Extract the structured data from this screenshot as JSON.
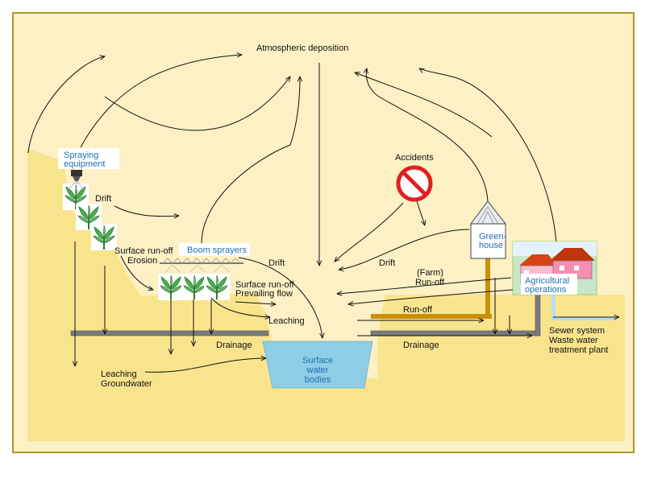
{
  "colors": {
    "frame_border": "#a89a2c",
    "background": "#fcf0c4",
    "land": "#f9e48e",
    "water": "#8ecde6",
    "drain_pipe": "#7a7a7a",
    "farm_pipe": "#c8900a",
    "accent_text": "#1f6fb0",
    "no_sign": "#e02020"
  },
  "labels": {
    "atmospheric_deposition": "Atmospheric  deposition",
    "spraying_equipment_line1": "Spraying",
    "spraying_equipment_line2": "equipment",
    "drift_left": "Drift",
    "surface_runoff_erosion_line1": "Surface run-off",
    "surface_runoff_erosion_line2": "Erosion",
    "boom_sprayers": "Boom sprayers",
    "drift_center": "Drift",
    "surface_runoff_flow_line1": "Surface run-off",
    "surface_runoff_flow_line2": "Prevailing flow",
    "leaching": "Leaching",
    "drainage_left": "Drainage",
    "leaching_groundwater_line1": "Leaching",
    "leaching_groundwater_line2": "Groundwater",
    "surface_water_line1": "Surface",
    "surface_water_line2": "water",
    "surface_water_line3": "bodies",
    "accidents": "Accidents",
    "greenhouse_line1": "Green-",
    "greenhouse_line2": "house",
    "drift_right": "Drift",
    "farm_runoff_line1": "(Farm)",
    "farm_runoff_line2": "Run-off",
    "agricultural_operations_line1": "Agricultural",
    "agricultural_operations_line2": "operations",
    "runoff_right": "Run-off",
    "drainage_right": "Drainage",
    "sewer_line1": "Sewer system",
    "sewer_line2": "Waste water",
    "sewer_line3": "treatment plant"
  },
  "icons": {
    "no_sign": "prohibition-icon",
    "plant": "plant-icon",
    "nozzle": "spray-nozzle-icon",
    "boom": "boom-sprayer-icon",
    "greenhouse": "greenhouse-icon",
    "farm": "farm-buildings-icon"
  }
}
